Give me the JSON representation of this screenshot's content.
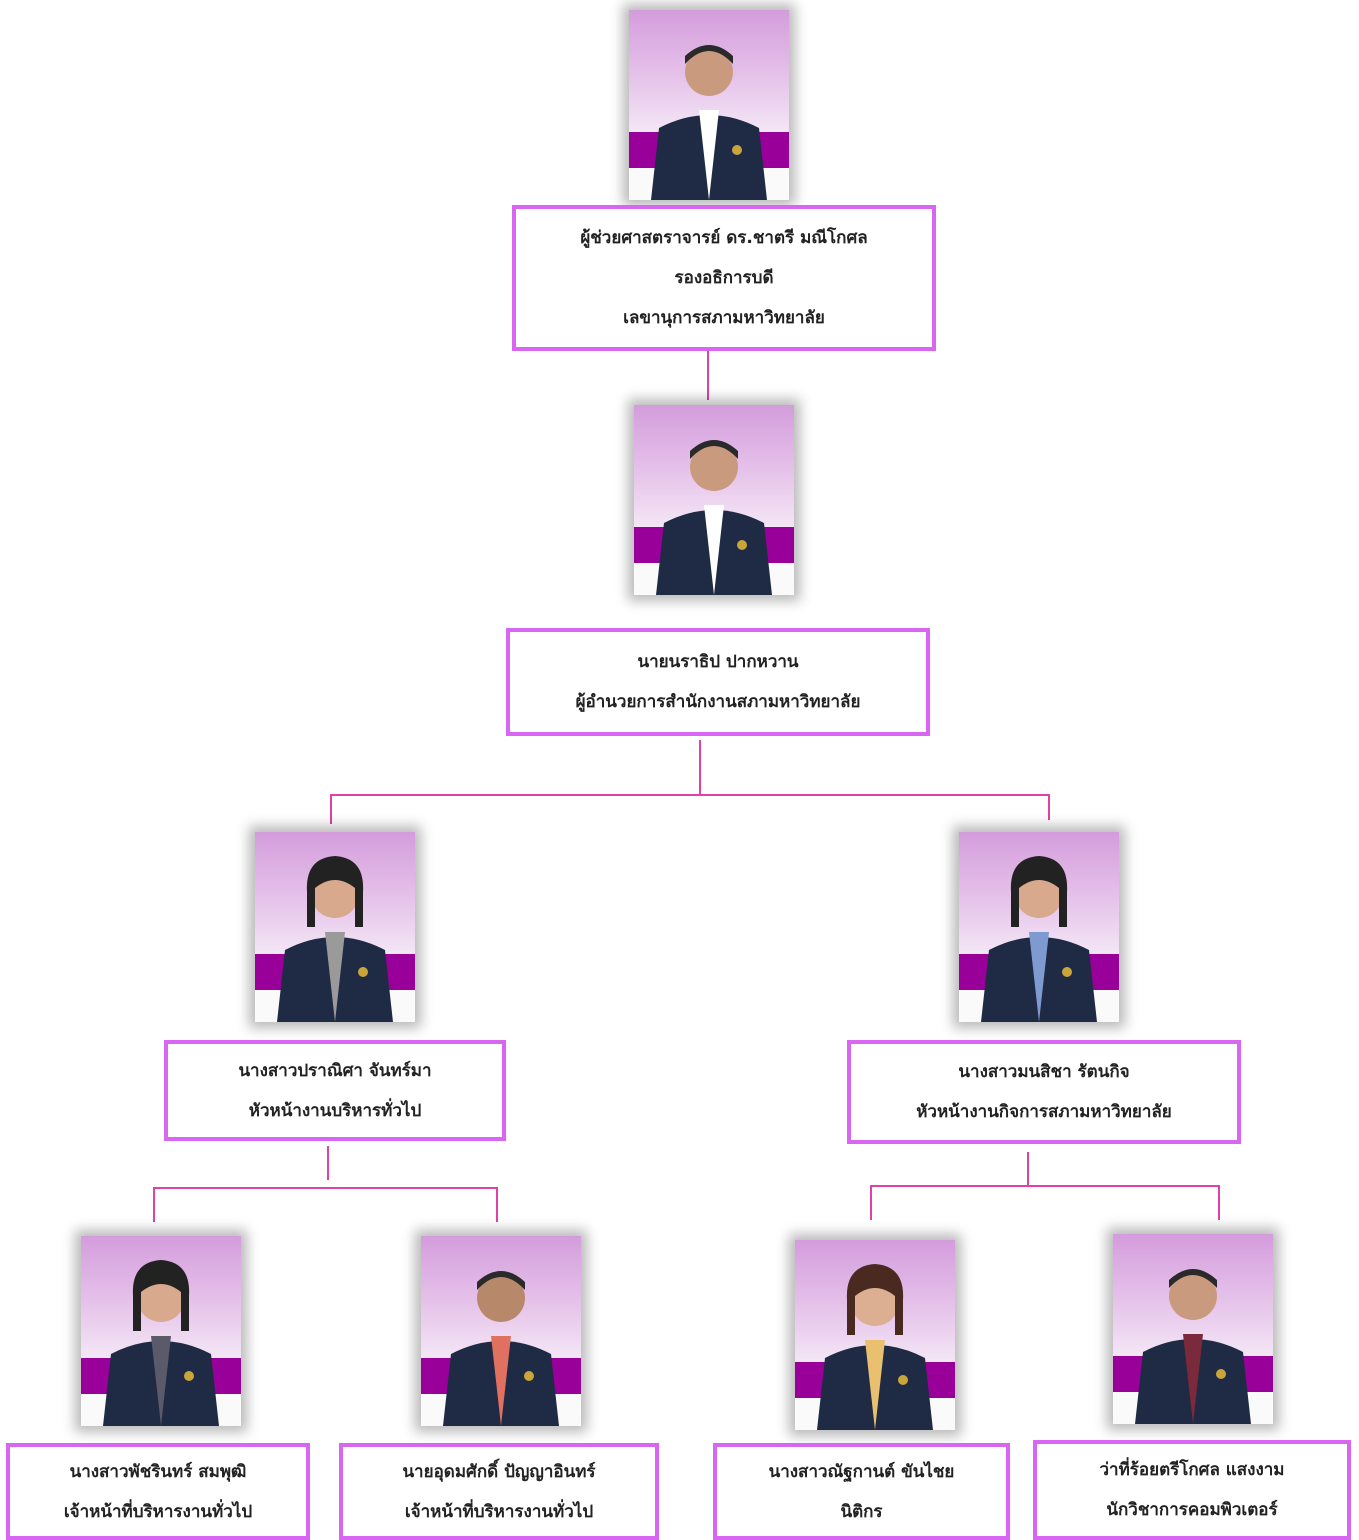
{
  "colors": {
    "box_border": "#d966f2",
    "connector": "#e040a8",
    "band": "#990099"
  },
  "nodes": {
    "n1": {
      "lines": [
        "ผู้ช่วยศาสตราจารย์ ดร.ชาตรี  มณีโกศล",
        "รองอธิการบดี",
        "เลขานุการสภามหาวิทยาลัย"
      ]
    },
    "n2": {
      "lines": [
        "นายนราธิป  ปากหวาน",
        "ผู้อำนวยการสำนักงานสภามหาวิทยาลัย"
      ]
    },
    "n3": {
      "lines": [
        "นางสาวปราณิศา  จันทร์มา",
        "หัวหน้างานบริหารทั่วไป"
      ]
    },
    "n4": {
      "lines": [
        "นางสาวมนสิชา  รัตนกิจ",
        "หัวหน้างานกิจการสภามหาวิทยาลัย"
      ]
    },
    "n5": {
      "lines": [
        "นางสาวพัชรินทร์  สมพุฒิ",
        "เจ้าหน้าที่บริหารงานทั่วไป"
      ]
    },
    "n6": {
      "lines": [
        "นายอุดมศักดิ์  ปัญญาอินทร์",
        "เจ้าหน้าที่บริหารงานทั่วไป"
      ]
    },
    "n7": {
      "lines": [
        "นางสาวณัฐกานต์  ขันไชย",
        "นิติกร"
      ]
    },
    "n8": {
      "lines": [
        "ว่าที่ร้อยตรีโกศล  แสงงาม",
        "นักวิชาการคอมพิวเตอร์"
      ]
    }
  }
}
